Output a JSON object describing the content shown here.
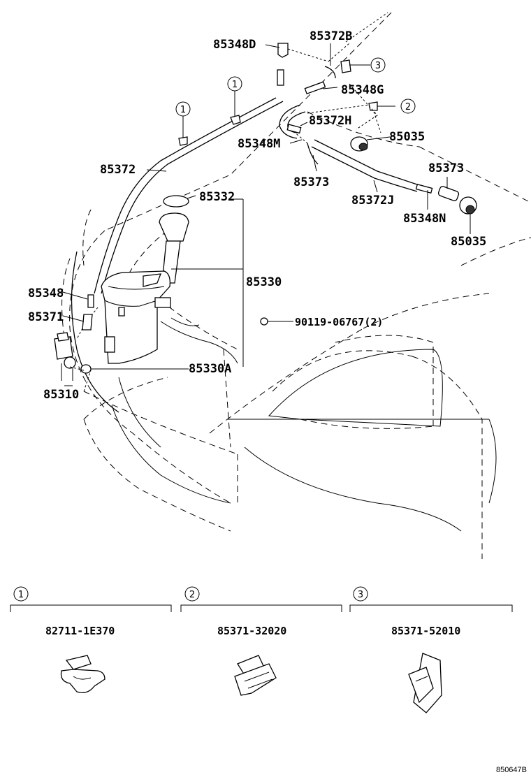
{
  "callouts": {
    "c1": "1",
    "c2": "2",
    "c3": "3"
  },
  "labels": {
    "p85348D": "85348D",
    "p85372B": "85372B",
    "p85348G": "85348G",
    "p85372H": "85372H",
    "p85035_top": "85035",
    "p85348M": "85348M",
    "p85372": "85372",
    "p85373_left": "85373",
    "p85373_right": "85373",
    "p85332": "85332",
    "p85372J": "85372J",
    "p85348N": "85348N",
    "p85035_bottom": "85035",
    "p85330": "85330",
    "p85348": "85348",
    "p85371": "85371",
    "p90119": "90119-06767(2)",
    "p85330A": "85330A",
    "p85310": "85310"
  },
  "legend": [
    {
      "index": "1",
      "part_number": "82711-1E370"
    },
    {
      "index": "2",
      "part_number": "85371-32020"
    },
    {
      "index": "3",
      "part_number": "85371-52010"
    }
  ],
  "diagram_code": "850647B"
}
